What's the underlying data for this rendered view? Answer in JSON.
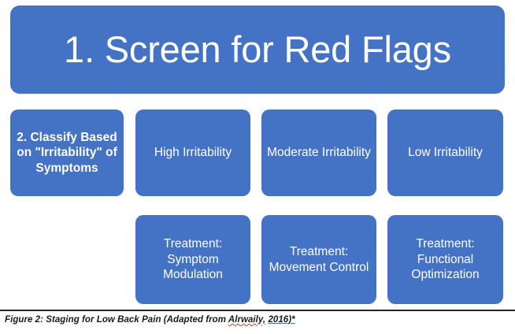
{
  "figure": {
    "accent_color": "#4472C4",
    "node_text_color": "#ffffff",
    "background_color": "#ffffff",
    "rule_color": "#262626",
    "banner": {
      "label": "1. Screen for Red Flags"
    },
    "rows": [
      {
        "nodes": [
          {
            "label": "2. Classify Based on \"Irritability\" of Symptoms",
            "emphasis": "bold"
          },
          {
            "label": "High Irritability",
            "emphasis": "regular"
          },
          {
            "label": "Moderate Irritability",
            "emphasis": "regular"
          },
          {
            "label": "Low Irritability",
            "emphasis": "regular"
          }
        ]
      },
      {
        "nodes": [
          {
            "label": "Treatment: Symptom Modulation",
            "emphasis": "regular"
          },
          {
            "label": "Treatment: Movement Control",
            "emphasis": "regular"
          },
          {
            "label": "Treatment: Functional Optimization",
            "emphasis": "regular"
          }
        ]
      }
    ],
    "caption": {
      "lead": "Figure 2: Staging for Low Back Pain (Adapted from ",
      "author": "Alrwaily,",
      "space": " ",
      "year": "2016)*",
      "author_underline": "red-wavy-spellcheck",
      "year_underline": "blue-solid-hyperlink"
    }
  }
}
